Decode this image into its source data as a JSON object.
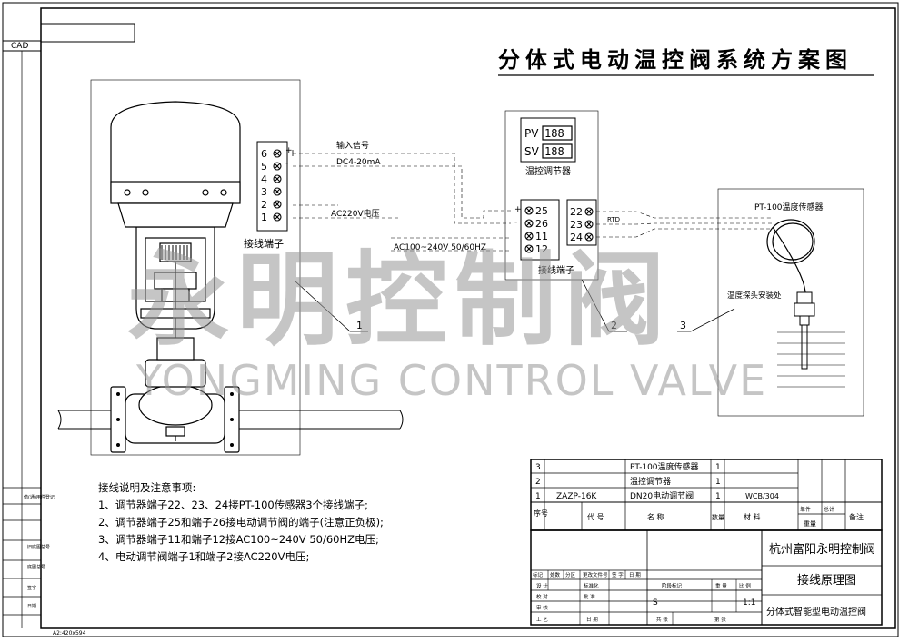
{
  "title": "分体式电动温控阀系统方案图",
  "cad_label": "CAD",
  "paper_size": "A2:420x594",
  "watermark": {
    "cn": "永明控制阀",
    "en": "YONGMING CONTROL VALVE"
  },
  "actuator_terminals": {
    "label": "接线端子",
    "rows": [
      {
        "num": "6",
        "sign": "+"
      },
      {
        "num": "5",
        "sign": "-"
      },
      {
        "num": "4",
        "sign": ""
      },
      {
        "num": "3",
        "sign": ""
      },
      {
        "num": "2",
        "sign": ""
      },
      {
        "num": "1",
        "sign": ""
      }
    ]
  },
  "signal_labels": {
    "input": "输入信号",
    "dc": "DC4-20mA",
    "ac220": "AC220V电压",
    "ac100": "AC100~240V 50/60HZ",
    "rtd": "RTD"
  },
  "controller": {
    "pv_label": "PV",
    "pv_value": "188",
    "sv_label": "SV",
    "sv_value": "188",
    "name": "温控调节器",
    "terminal_label": "接线端子",
    "left_terminals": [
      {
        "sign": "+",
        "num": "25"
      },
      {
        "sign": "-",
        "num": "26"
      },
      {
        "sign": "",
        "num": "11"
      },
      {
        "sign": "",
        "num": "12"
      }
    ],
    "right_terminals": [
      "22",
      "23",
      "24"
    ]
  },
  "sensor": {
    "name": "PT-100温度传感器",
    "probe": "温度探头安装处"
  },
  "callouts": [
    "1",
    "2",
    "3"
  ],
  "notes": {
    "heading": "接线说明及注意事项:",
    "items": [
      "1、调节器端子22、23、24接PT-100传感器3个接线端子;",
      "2、调节器端子25和端子26接电动调节阀的端子(注意正负极);",
      "3、调节器端子11和端子12接AC100~240V 50/60HZ电压;",
      "4、电动调节阀端子1和端子2接AC220V电压;"
    ]
  },
  "bom": {
    "rows": [
      {
        "no": "3",
        "code": "",
        "name": "PT-100温度传感器",
        "qty": "1",
        "material": ""
      },
      {
        "no": "2",
        "code": "",
        "name": "温控调节器",
        "qty": "1",
        "material": ""
      },
      {
        "no": "1",
        "code": "ZAZP-16K",
        "name": "DN20电动调节阀",
        "qty": "1",
        "material": "WCB/304"
      }
    ],
    "header": {
      "no": "序号",
      "code": "代  号",
      "name": "名    称",
      "qty": "数量",
      "material": "材    料",
      "unit": "单件",
      "total": "总计",
      "weight": "重量",
      "remark": "备注"
    }
  },
  "title_block": {
    "company": "杭州富阳永明控制阀",
    "drawing": "接线原理图",
    "product": "分体式智能型电动温控阀",
    "scale": "1:1",
    "stage": "S",
    "labels": {
      "mark": "标记",
      "count": "处数",
      "zone": "分区",
      "change": "更改文件号",
      "sign": "签 字",
      "date": "日 期",
      "design": "设 计",
      "check": "校 对",
      "review": "审 核",
      "craft": "工 艺",
      "standard": "标准化",
      "approve": "批 准",
      "stage_mark": "阶段标记",
      "weight": "重 量",
      "scale": "比 例",
      "total": "共  张",
      "sheet": "第  张",
      "date2": "日 期"
    }
  },
  "side_labels": [
    "借(通)用件登记",
    "旧底图总号",
    "底图总号",
    "签字",
    "日期"
  ]
}
